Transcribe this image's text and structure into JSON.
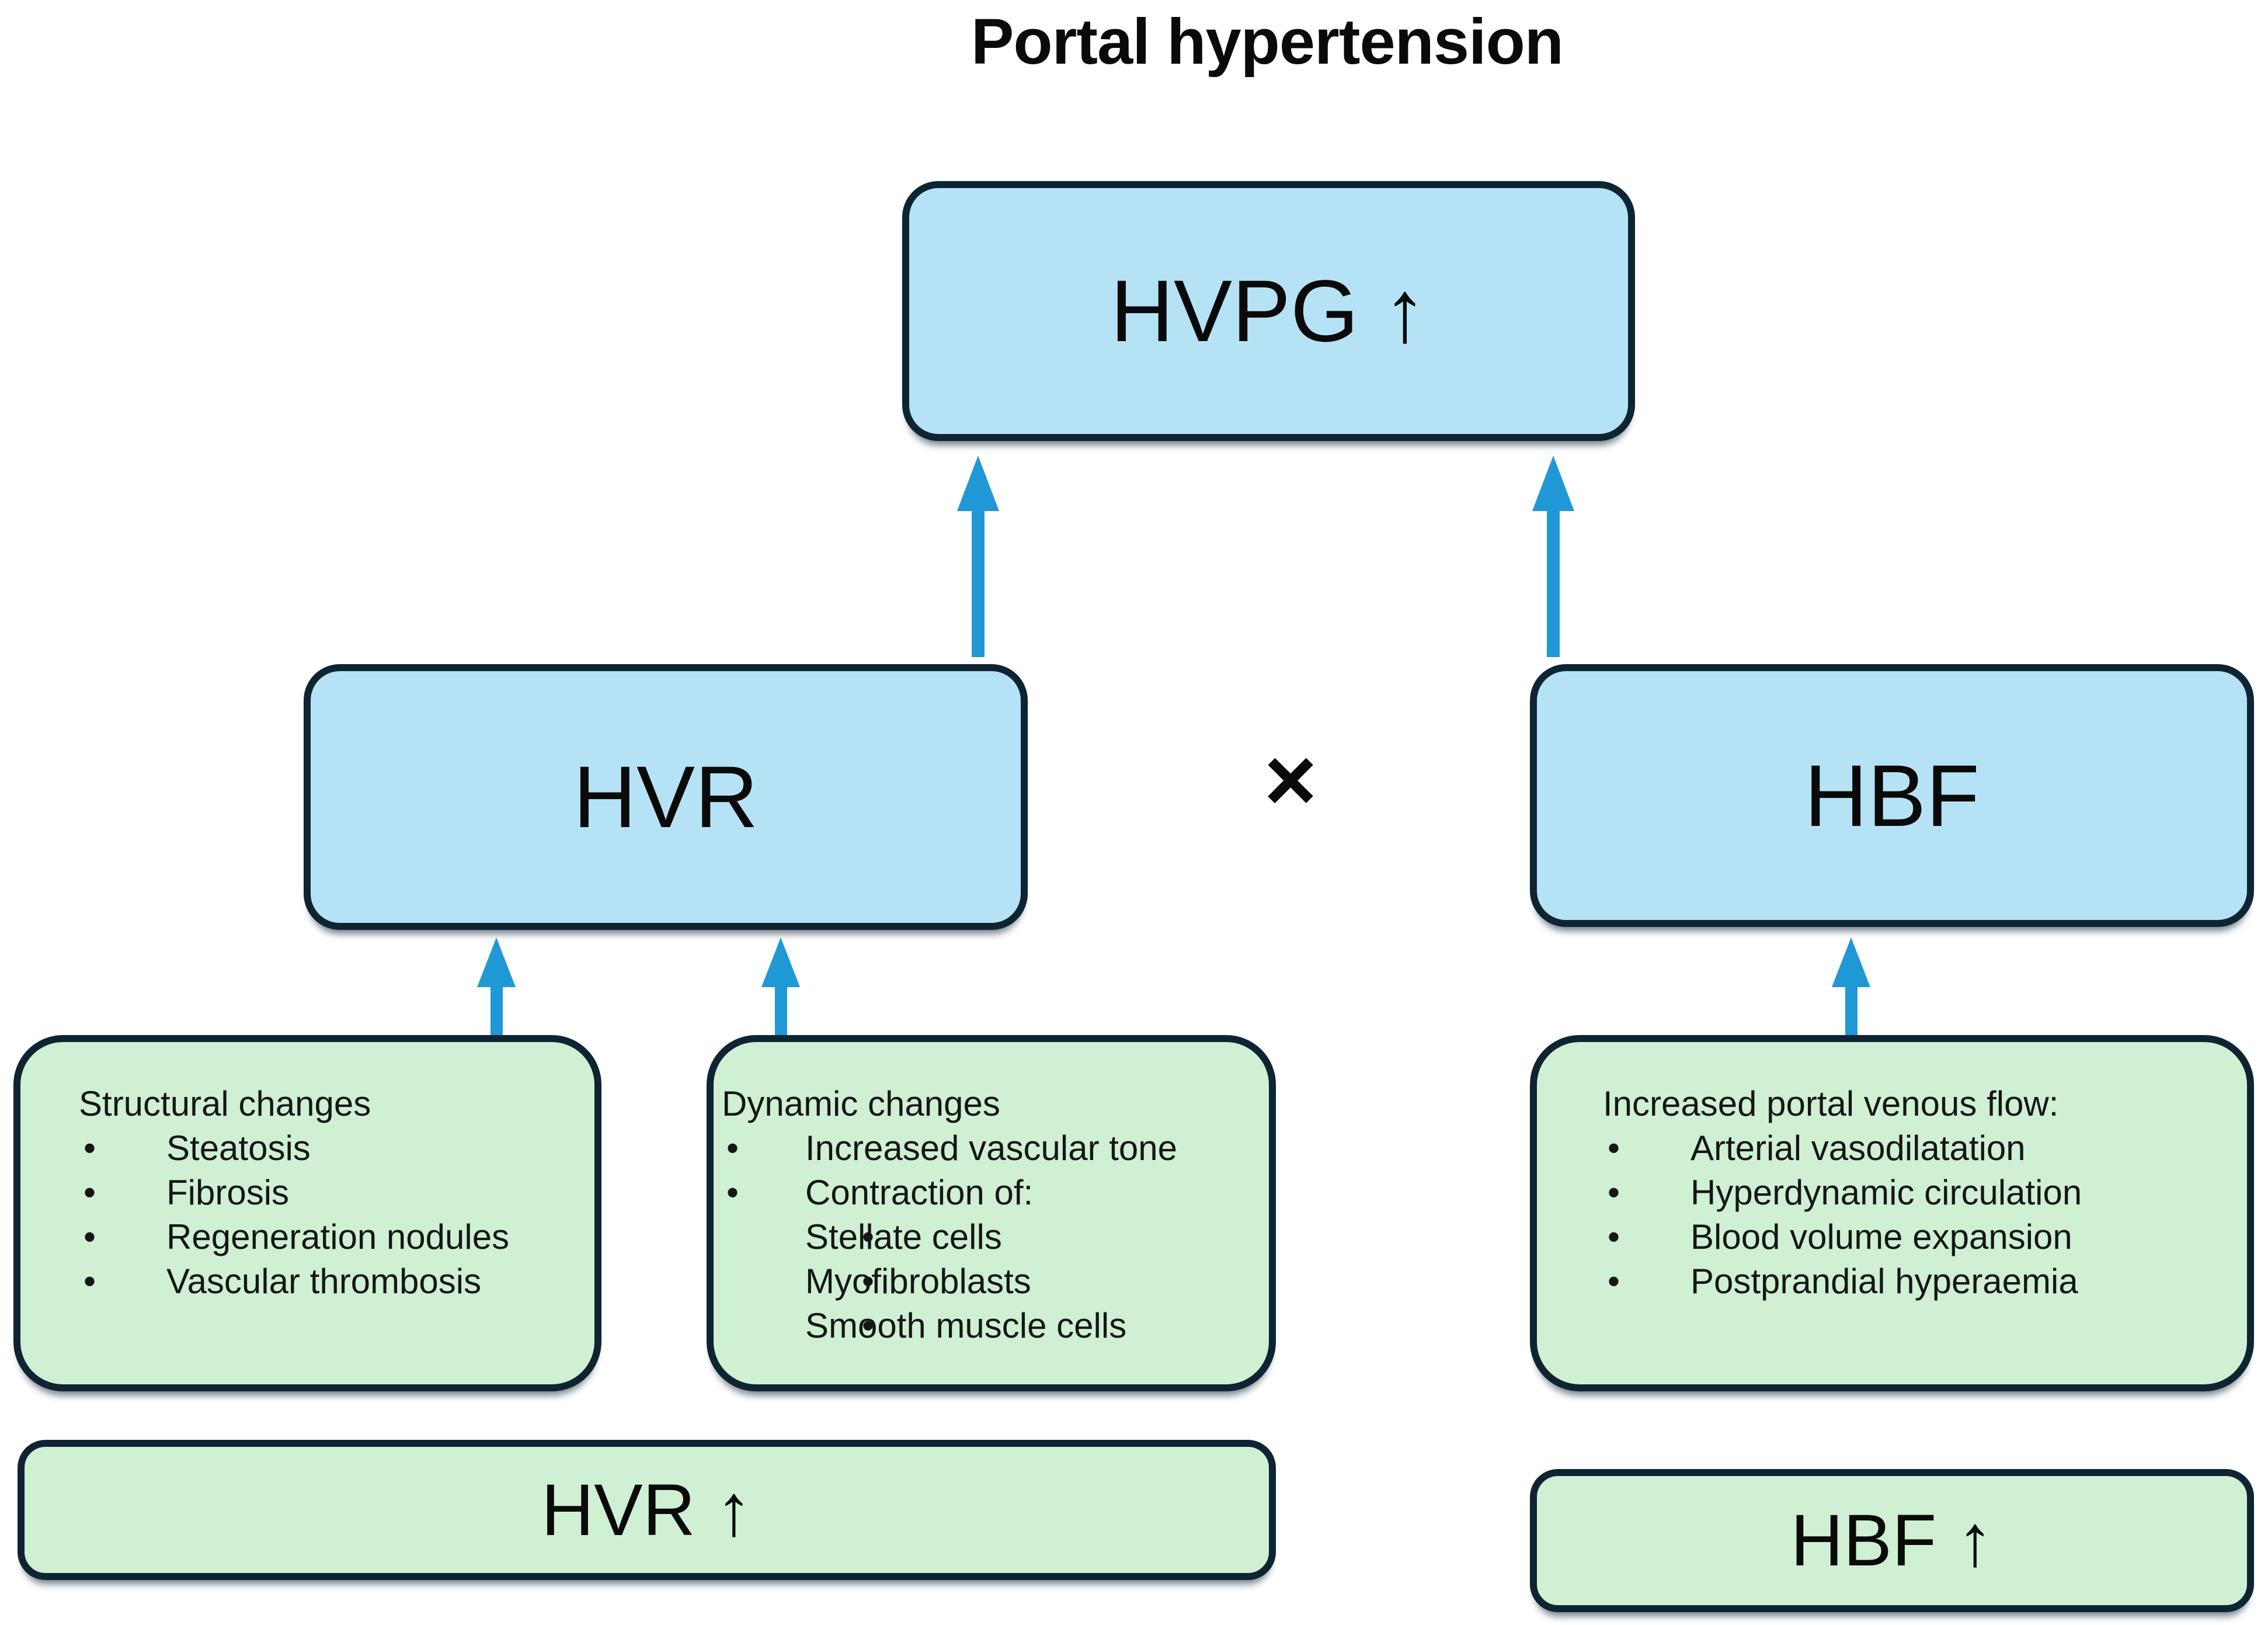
{
  "title": "Portal hypertension",
  "bullet_char": "•",
  "multiply_sign": "×",
  "colors": {
    "box_blue": "#b5e3f5",
    "box_green": "#cff0d3",
    "border_navy": "#0e2433",
    "arrow_blue": "#2098d6",
    "text": "#0a0a0a"
  },
  "nodes": {
    "hvpg": {
      "label": "HVPG ↑"
    },
    "hvr": {
      "label": "HVR"
    },
    "hbf": {
      "label": "HBF"
    },
    "structural": {
      "heading": "Structural changes",
      "bullets": [
        "Steatosis",
        "Fibrosis",
        "Regeneration nodules",
        "Vascular thrombosis"
      ]
    },
    "dynamic": {
      "heading": "Dynamic changes",
      "bullets": [
        "Increased vascular tone",
        "Contraction of:"
      ],
      "sub_bullets": [
        "Stellate cells",
        "Myofibroblasts",
        "Smooth muscle cells"
      ]
    },
    "portal_flow": {
      "heading": "Increased portal venous flow:",
      "bullets": [
        "Arterial vasodilatation",
        "Hyperdynamic circulation",
        "Blood volume expansion",
        "Postprandial hyperaemia"
      ]
    },
    "hvr_result": {
      "label": "HVR ↑"
    },
    "hbf_result": {
      "label": "HBF ↑"
    }
  }
}
